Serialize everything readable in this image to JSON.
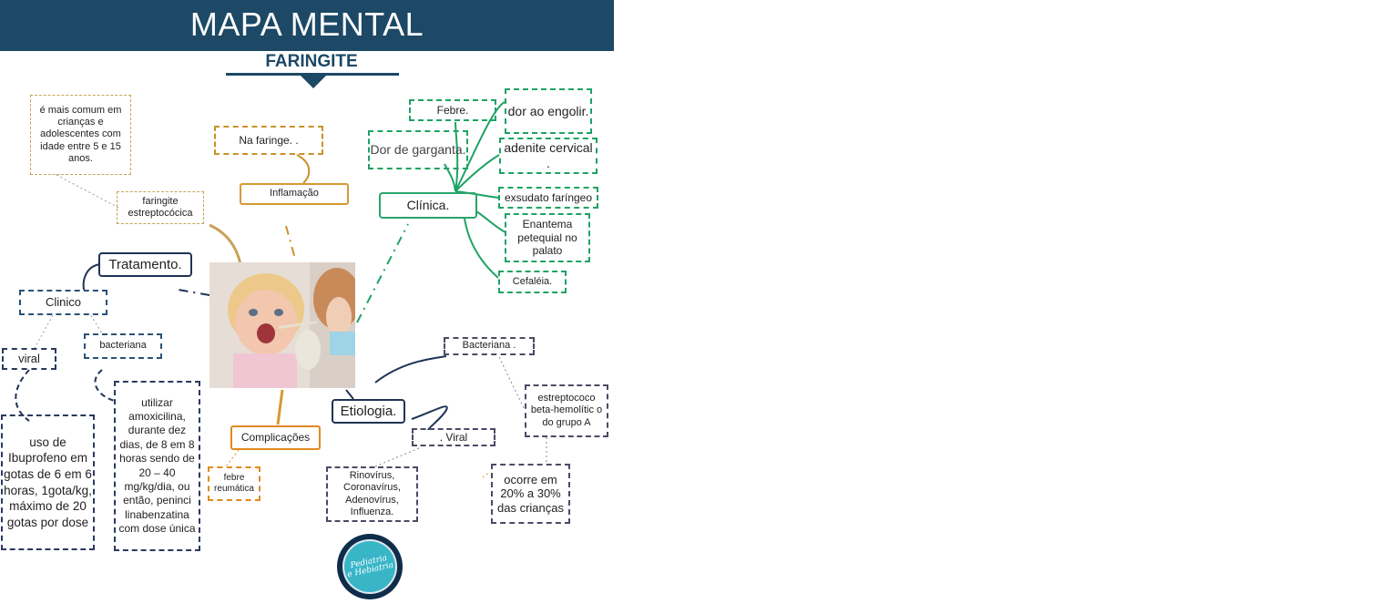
{
  "header": {
    "title": "MAPA MENTAL",
    "subtitle": "FARINGITE"
  },
  "nodes": {
    "comum": "é mais comum em crianças e adolescentes com idade  entre 5 e 15 anos.",
    "faringite_estrep": "faringite estreptocócica",
    "na_faringe": "Na faringe. .",
    "inflamacao": "Inflamação",
    "clinica": "Clínica.",
    "febre": "Febre.",
    "dor_garganta": "Dor de garganta.",
    "dor_engolir": "dor ao engolir.",
    "adenite": "adenite cervical .",
    "exsudato": "exsudato faríngeo",
    "enantema": "Enantema petequial no palato",
    "cefaleia": "Cefaléia.",
    "tratamento": "Tratamento.",
    "clinico": "Clinico",
    "viral_trat": "viral",
    "bacteriana_trat": "bacteriana",
    "ibuprofeno": "uso de Ibuprofeno em gotas de 6 em 6 horas, 1gota/kg, máximo de 20 gotas por dose",
    "amoxicilina": "utilizar amoxicilina, durante dez dias, de 8 em 8 horas sendo de 20 – 40 mg/kg/dia, ou então, peninci linabenzatina com dose única",
    "complicacoes": "Complicações",
    "febre_reumatica": "febre reumática",
    "etiologia": "Etiologia.",
    "bacteriana_etio": "Bacteriana .",
    "estreptococo": "estreptococo beta-hemolític o do grupo A",
    "ocorre": "ocorre em 20% a 30% das crianças",
    "viral_etio": ". Viral",
    "virus": "Rinovírus, Coronavírus, Adenovírus, Influenza."
  },
  "logo": {
    "line1": "Pediatria",
    "line2": "e Hebiatria"
  },
  "colors": {
    "header": "#1d4866",
    "clinica_branch": "#1ea364",
    "inflamacao_branch": "#c8922a",
    "tratamento_branch": "#1f3354",
    "complicacoes_branch": "#e08a1e"
  }
}
